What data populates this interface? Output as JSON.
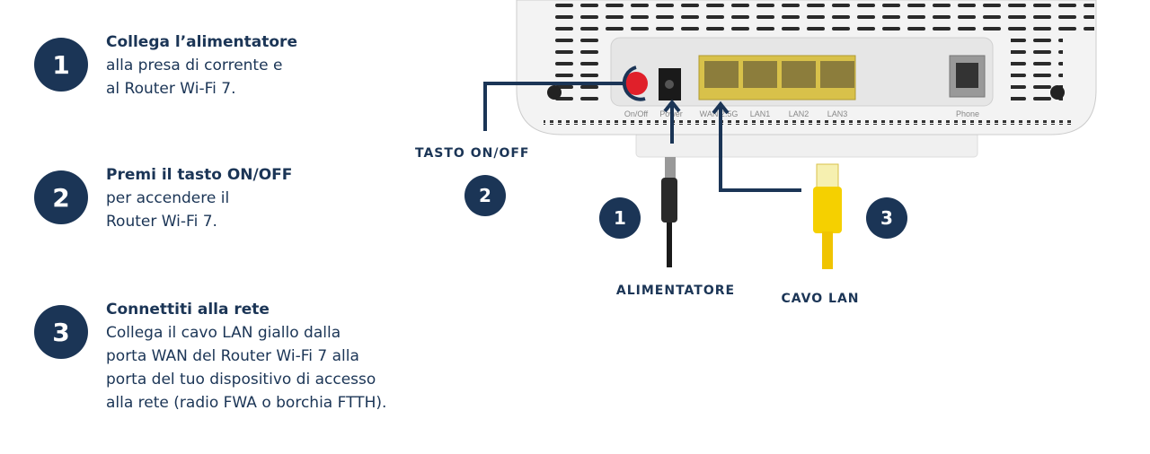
{
  "steps": [
    {
      "number": "1",
      "title": "Collega l’alimentatore",
      "lines": [
        "alla presa di corrente e",
        "al Router Wi-Fi 7."
      ]
    },
    {
      "number": "2",
      "title": "Premi il tasto ON/OFF",
      "lines": [
        "per accendere il",
        "Router Wi-Fi 7."
      ]
    },
    {
      "number": "3",
      "title": "Connettiti alla rete",
      "lines": [
        "Collega il cavo LAN giallo dalla",
        "porta WAN del Router Wi-Fi 7 alla",
        "porta del tuo dispositivo di accesso",
        "alla rete (radio FWA o borchia FTTH)."
      ]
    }
  ],
  "diagram": {
    "callouts": {
      "power_button": "TASTO ON/OFF",
      "power_supply": "ALIMENTATORE",
      "lan_cable": "CAVO LAN"
    },
    "ports": [
      "On/Off",
      "Power",
      "WAN 2.5G",
      "LAN1",
      "LAN2",
      "LAN3",
      "Phone"
    ]
  },
  "colors": {
    "navy": "#1b3556",
    "button_red": "#e0202a",
    "lan_yellow": "#d8c14a",
    "cable_yellow": "#f5d000"
  }
}
